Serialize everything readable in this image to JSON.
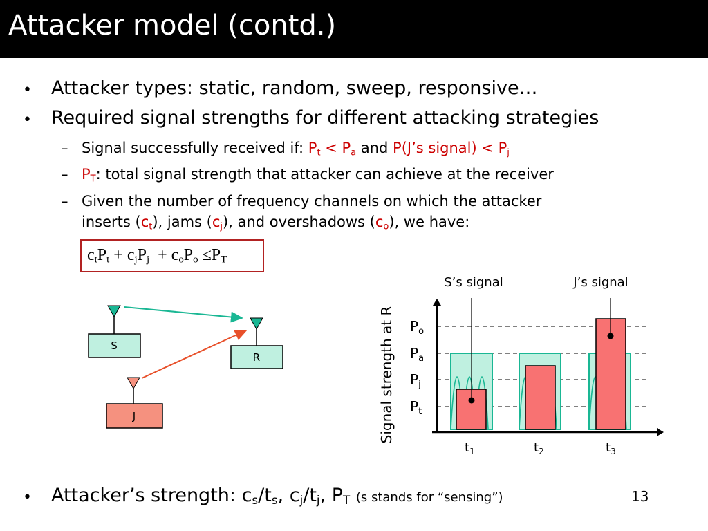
{
  "slide": {
    "title": "Attacker model (contd.)",
    "page_number": "13"
  },
  "bullets": {
    "b1": "Attacker types: static, random, sweep, responsive…",
    "b2": "Required signal strengths for different attacking strategies",
    "b3_main": "Attacker’s strength: c",
    "b3_s1": "s",
    "b3_t1": "/t",
    "b3_s2": "s",
    "b3_c2": ", c",
    "b3_s3": "j",
    "b3_t2": "/t",
    "b3_s4": "j",
    "b3_p": ", P",
    "b3_s5": "T",
    "b3_note": "(s stands for “sensing”)"
  },
  "subbullets": {
    "s1_text": "Signal successfully received if: ",
    "s1_pt": "P",
    "s1_pt_sub": "t",
    "s1_lt": " < P",
    "s1_pa_sub": "a",
    "s1_and": " and ",
    "s1_pj": "P(J’s signal) < P",
    "s1_pj_sub": "j",
    "s2_p": "P",
    "s2_sub": "T",
    "s2_text": ": total signal strength that attacker can achieve at the receiver",
    "s3_line1": "Given the number of frequency channels on which the attacker",
    "s3_a": "inserts (",
    "s3_ct": "c",
    "s3_ct_sub": "t",
    "s3_b": "), jams (",
    "s3_cj": "c",
    "s3_cj_sub": "j",
    "s3_c": "), and overshadows (",
    "s3_co": "c",
    "s3_co_sub": "o",
    "s3_d": "), we have:"
  },
  "formula": {
    "c1": "c",
    "t1": "t",
    "p1": "P",
    "t1b": "t",
    "plus1": "+",
    "c2": "c",
    "j1": "j",
    "p2": "P",
    "j2": "j",
    "plus2": "+",
    "c3": "c",
    "o1": "o",
    "p3": "P",
    "o2": "o",
    "leq": "≤",
    "p4": "P",
    "T": "T"
  },
  "diagram": {
    "s_label": "S",
    "r_label": "R",
    "j_label": "J",
    "colors": {
      "sender": "#bff0e0",
      "jammer": "#f5917f",
      "arrow_green": "#1ab794",
      "arrow_red": "#e8502a"
    }
  },
  "chart": {
    "ylabel": "Signal strength at R",
    "legend_s": "S’s signal",
    "legend_j": "J’s signal",
    "levels": [
      {
        "label": "P",
        "sub": "o"
      },
      {
        "label": "P",
        "sub": "a"
      },
      {
        "label": "P",
        "sub": "j"
      },
      {
        "label": "P",
        "sub": "t"
      }
    ],
    "times": [
      {
        "label": "t",
        "sub": "1"
      },
      {
        "label": "t",
        "sub": "2"
      },
      {
        "label": "t",
        "sub": "3"
      }
    ]
  }
}
